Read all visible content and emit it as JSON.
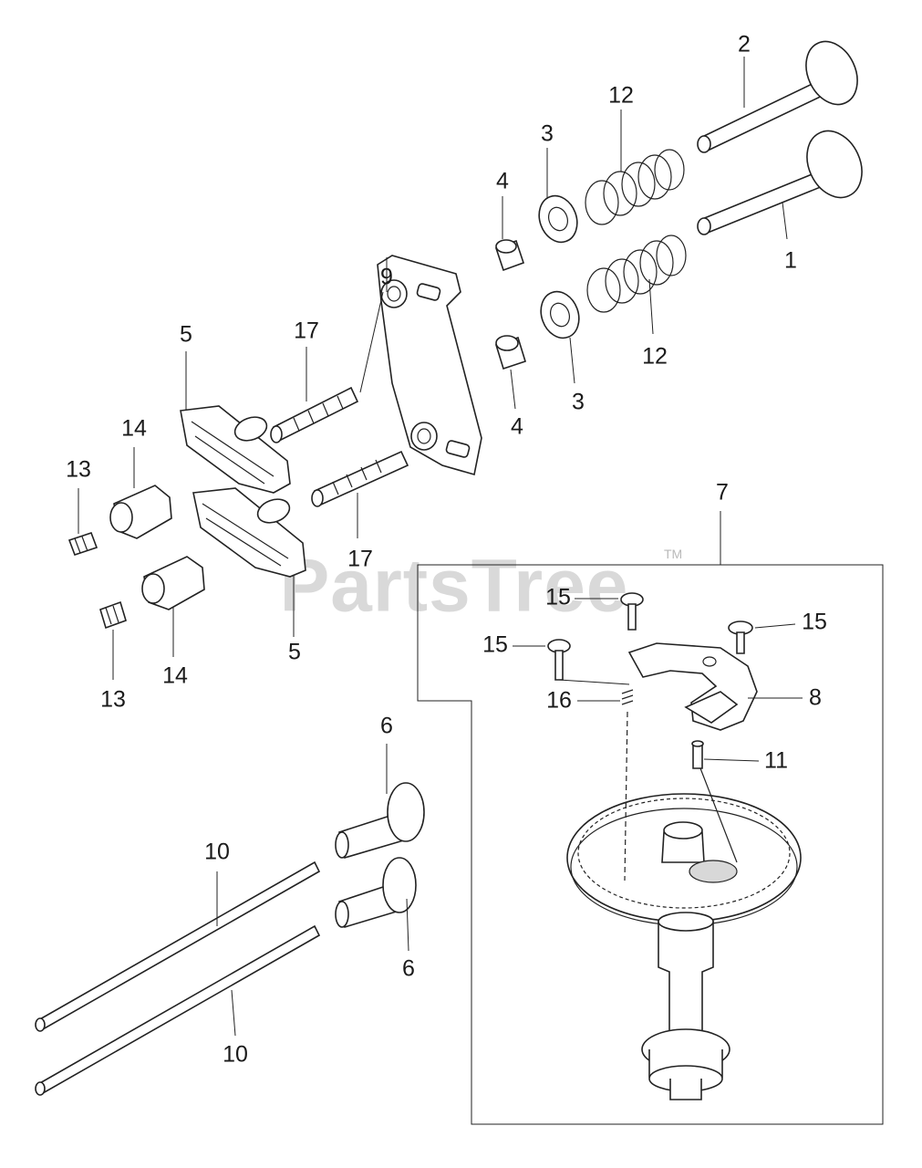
{
  "watermark": {
    "text": "PartsTree",
    "tm": "TM"
  },
  "callouts": [
    {
      "id": "c-2a",
      "text": "2"
    },
    {
      "id": "c-12a",
      "text": "12"
    },
    {
      "id": "c-3a",
      "text": "3"
    },
    {
      "id": "c-4a",
      "text": "4"
    },
    {
      "id": "c-1",
      "text": "1"
    },
    {
      "id": "c-9",
      "text": "9"
    },
    {
      "id": "c-17a",
      "text": "17"
    },
    {
      "id": "c-5a",
      "text": "5"
    },
    {
      "id": "c-12b",
      "text": "12"
    },
    {
      "id": "c-3b",
      "text": "3"
    },
    {
      "id": "c-4b",
      "text": "4"
    },
    {
      "id": "c-14a",
      "text": "14"
    },
    {
      "id": "c-13a",
      "text": "13"
    },
    {
      "id": "c-7",
      "text": "7"
    },
    {
      "id": "c-17b",
      "text": "17"
    },
    {
      "id": "c-15a",
      "text": "15"
    },
    {
      "id": "c-15b",
      "text": "15"
    },
    {
      "id": "c-15c",
      "text": "15"
    },
    {
      "id": "c-5b",
      "text": "5"
    },
    {
      "id": "c-14b",
      "text": "14"
    },
    {
      "id": "c-13b",
      "text": "13"
    },
    {
      "id": "c-16",
      "text": "16"
    },
    {
      "id": "c-8",
      "text": "8"
    },
    {
      "id": "c-6a",
      "text": "6"
    },
    {
      "id": "c-11",
      "text": "11"
    },
    {
      "id": "c-10a",
      "text": "10"
    },
    {
      "id": "c-6b",
      "text": "6"
    },
    {
      "id": "c-10b",
      "text": "10"
    }
  ]
}
